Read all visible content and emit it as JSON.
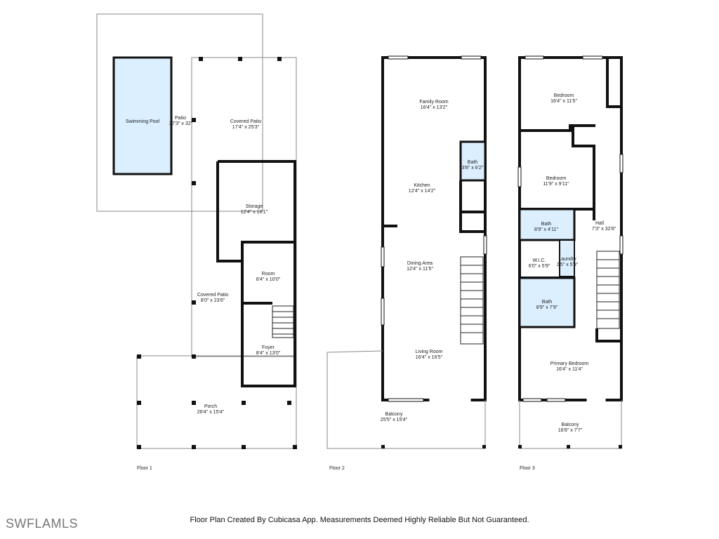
{
  "floors": [
    {
      "label": "Floor 1",
      "rooms": [
        {
          "name": "Swimming Pool",
          "dims": ""
        },
        {
          "name": "Patio",
          "dims": "27'3\" x 32'"
        },
        {
          "name": "Covered Patio",
          "dims": "17'4\" x 25'3\""
        },
        {
          "name": "Storage",
          "dims": "12'4\" x 16'1\""
        },
        {
          "name": "Room",
          "dims": "8'4\" x 10'0\""
        },
        {
          "name": "Covered Patio",
          "dims": "8'0\" x 23'6\""
        },
        {
          "name": "Foyer",
          "dims": "8'4\" x 13'0\""
        },
        {
          "name": "Porch",
          "dims": "26'4\" x 15'4\""
        }
      ]
    },
    {
      "label": "Floor 2",
      "rooms": [
        {
          "name": "Family Room",
          "dims": "16'4\" x 13'2\""
        },
        {
          "name": "Bath",
          "dims": "3'8\" x 6'2\""
        },
        {
          "name": "Kitchen",
          "dims": "12'4\" x 14'2\""
        },
        {
          "name": "Dining Area",
          "dims": "12'4\" x 11'5\""
        },
        {
          "name": "Living Room",
          "dims": "16'4\" x 16'5\""
        },
        {
          "name": "Balcony",
          "dims": "25'5\" x 15'4\""
        }
      ]
    },
    {
      "label": "Floor 3",
      "rooms": [
        {
          "name": "Bedroom",
          "dims": "16'4\" x 11'5\""
        },
        {
          "name": "Bedroom",
          "dims": "11'9\" x 9'11\""
        },
        {
          "name": "Bath",
          "dims": "8'9\" x 4'11\""
        },
        {
          "name": "Hall",
          "dims": "7'3\" x 32'8\""
        },
        {
          "name": "W.I.C.",
          "dims": "6'0\" x 5'9\""
        },
        {
          "name": "Laundry",
          "dims": "2'5\" x 5'9\""
        },
        {
          "name": "Bath",
          "dims": "8'9\" x 7'9\""
        },
        {
          "name": "Primary Bedroom",
          "dims": "16'4\" x 11'4\""
        },
        {
          "name": "Balcony",
          "dims": "16'8\" x 7'7\""
        }
      ]
    }
  ],
  "footer": {
    "disclaimer": "Floor Plan Created By Cubicasa App. Measurements Deemed Highly Reliable But Not Guaranteed.",
    "logo_text": "SWFLAMLS"
  },
  "colors": {
    "wall": "#111111",
    "pool_fill": "#dcefff",
    "bath_fill": "#dcefff",
    "outline": "#8a8a8a"
  }
}
